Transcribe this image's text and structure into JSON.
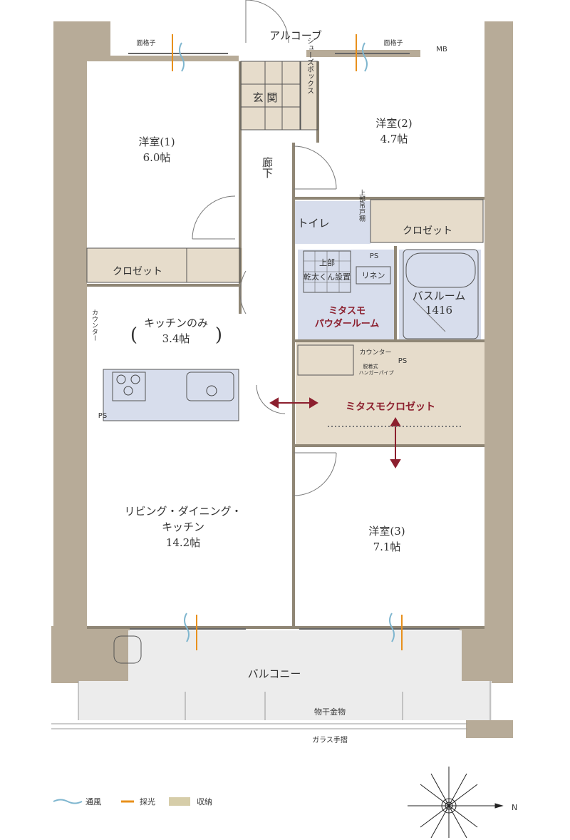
{
  "rooms": {
    "alcove": "アルコーブ",
    "mb": "MB",
    "lattice_left": "面格子",
    "lattice_right": "面格子",
    "entrance": "玄 関",
    "shoe_box": "シューズボックス",
    "room1_name": "洋室(1)",
    "room1_size": "6.0帖",
    "room2_name": "洋室(2)",
    "room2_size": "4.7帖",
    "hallway": "廊下",
    "toilet": "トイレ",
    "upper_shelf": "上部吊戸棚",
    "closet_right": "クロゼット",
    "closet_left": "クロゼット",
    "ps_upper": "PS",
    "ps_kitchen": "PS",
    "ps_mid": "PS",
    "dryer": "乾太くん設置",
    "dryer_top": "上部",
    "linen": "リネン",
    "powder_1": "ミタスモ",
    "powder_2": "パウダールーム",
    "bathroom": "バスルーム",
    "bath_size": "1416",
    "kitchen_only_name": "キッチンのみ",
    "kitchen_only_size": "3.4帖",
    "counter_vertical": "カウンター",
    "counter_sink": "カウンター",
    "hanger_pipe_1": "脱着式",
    "hanger_pipe_2": "ハンガーパイプ",
    "mitasumo_closet": "ミタスモクロゼット",
    "ldk_line1": "リビング・ダイニング・",
    "ldk_line2": "キッチン",
    "ldk_size": "14.2帖",
    "room3_name": "洋室(3)",
    "room3_size": "7.1帖",
    "balcony": "バルコニー",
    "drying_hardware": "物干金物",
    "glass_rail": "ガラス手摺"
  },
  "legend": {
    "ventilation": "通風",
    "daylight": "採光",
    "storage": "収納"
  },
  "compass": {
    "north": "N"
  },
  "colors": {
    "wall": "#b7ab98",
    "storage": "#e6dccb",
    "blue_area": "#d7ddec",
    "accent": "#8c1f2e",
    "ventilation": "#7fb6cf",
    "daylight": "#e8901c"
  }
}
